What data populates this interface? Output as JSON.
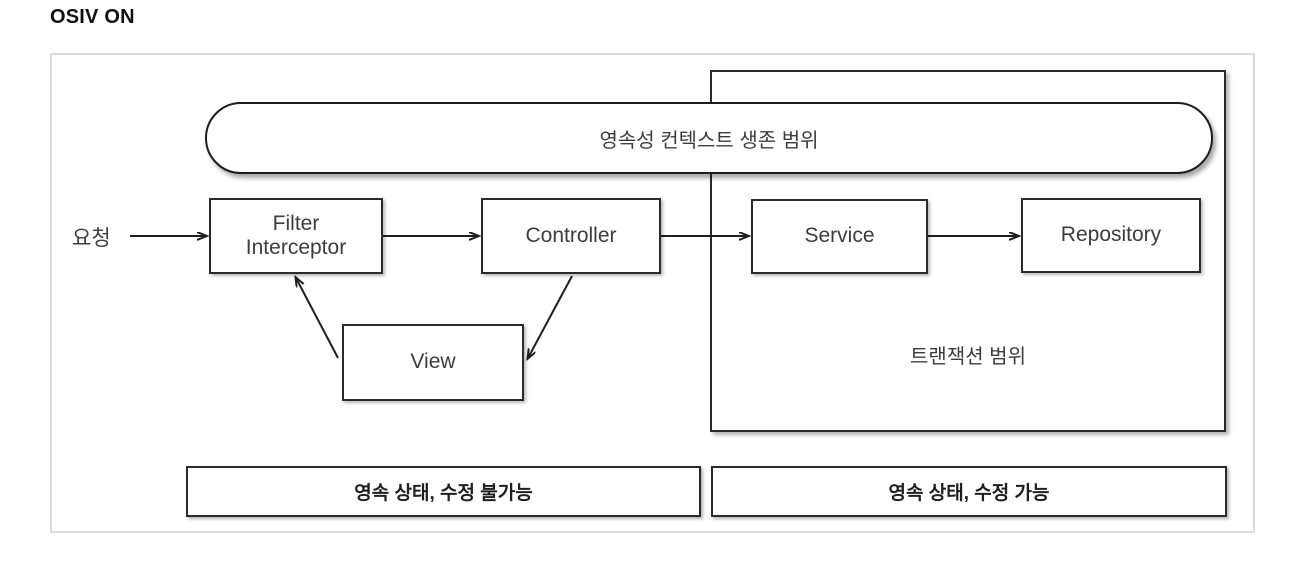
{
  "page": {
    "title": "OSIV ON"
  },
  "diagram": {
    "type": "flow-diagram",
    "request_label": "요청",
    "scopes": [
      {
        "id": "persistence-context",
        "shape": "capsule",
        "label": "영속성 컨텍스트 생존 범위"
      },
      {
        "id": "transaction",
        "shape": "rectangle",
        "label": "트랜잭션 범위"
      }
    ],
    "nodes": [
      {
        "id": "filter-interceptor",
        "label": "Filter\nInterceptor"
      },
      {
        "id": "controller",
        "label": "Controller"
      },
      {
        "id": "service",
        "label": "Service"
      },
      {
        "id": "repository",
        "label": "Repository"
      },
      {
        "id": "view",
        "label": "View"
      }
    ],
    "edges": [
      {
        "from": "request",
        "to": "filter-interceptor"
      },
      {
        "from": "filter-interceptor",
        "to": "controller"
      },
      {
        "from": "controller",
        "to": "service"
      },
      {
        "from": "service",
        "to": "repository"
      },
      {
        "from": "controller",
        "to": "view"
      },
      {
        "from": "view",
        "to": "filter-interceptor"
      }
    ],
    "footer": [
      {
        "id": "footer-left",
        "label": "영속 상태, 수정 불가능"
      },
      {
        "id": "footer-right",
        "label": "영속 상태, 수정 가능"
      }
    ]
  },
  "colors": {
    "stroke": "#2b2b2b",
    "frame_border": "#dcdcdc",
    "text": "#3d3d3d",
    "background": "#ffffff"
  }
}
